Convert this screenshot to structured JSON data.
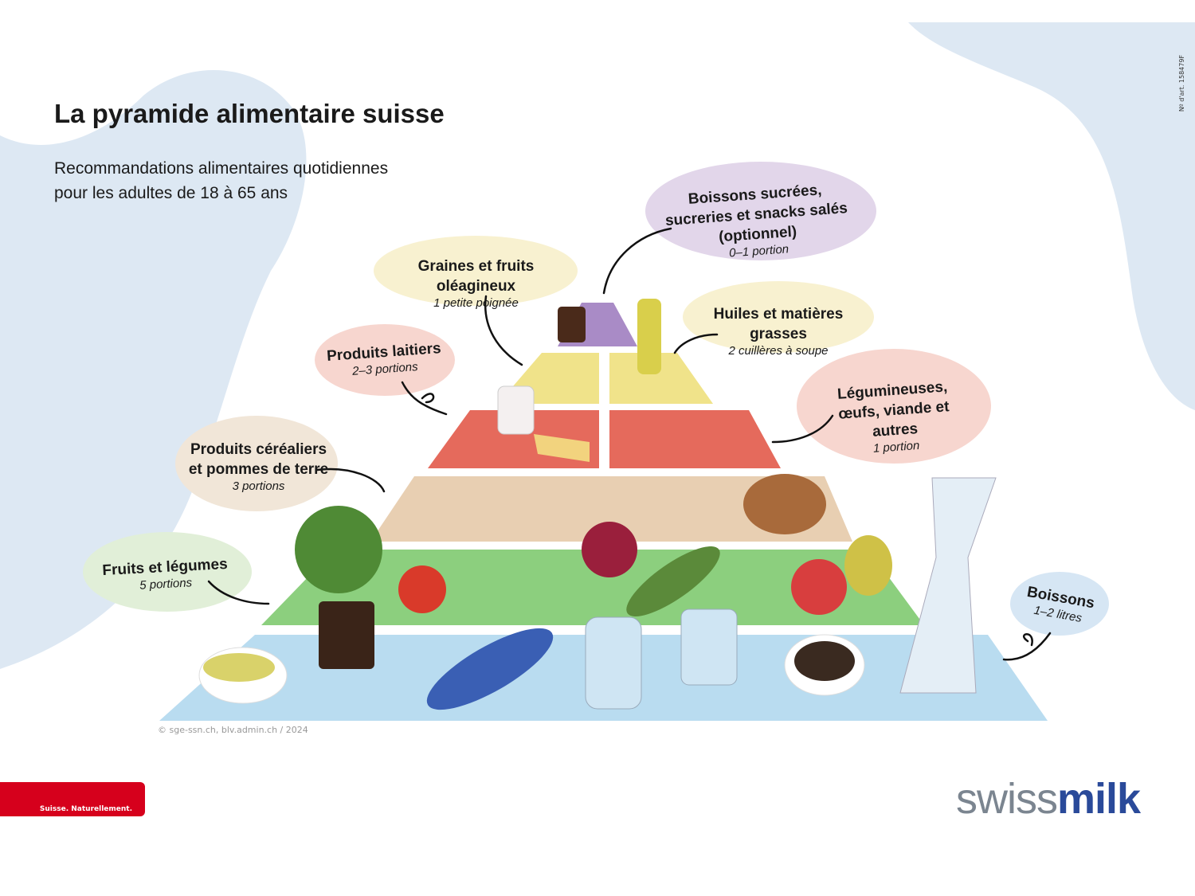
{
  "header": {
    "title": "La pyramide alimentaire suisse",
    "subtitle_line1": "Recommandations alimentaires quotidiennes",
    "subtitle_line2": "pour les adultes de 18 à 65 ans"
  },
  "article_number": "Nº d'art. 158479F",
  "labels": [
    {
      "title": "Boissons sucrées, sucreries et snacks salés (optionnel)",
      "portion": "0–1 portion",
      "color": "#e2d6ea"
    },
    {
      "title": "Graines et fruits oléagineux",
      "portion": "1 petite poignée",
      "color": "#f8f1d0"
    },
    {
      "title": "Huiles et matières grasses",
      "portion": "2 cuillères à soupe",
      "color": "#f8f1d0"
    },
    {
      "title": "Produits laitiers",
      "portion": "2–3 portions",
      "color": "#f7d6cf"
    },
    {
      "title": "Légumineuses, œufs, viande et autres",
      "portion": "1 portion",
      "color": "#f7d6cf"
    },
    {
      "title": "Produits céréaliers et pommes de terre",
      "portion": "3 portions",
      "color": "#f1e6d8"
    },
    {
      "title": "Fruits et légumes",
      "portion": "5 portions",
      "color": "#e1efd8"
    },
    {
      "title": "Boissons",
      "portion": "1–2 litres",
      "color": "#d6e6f4"
    }
  ],
  "copyright": "© sge-ssn.ch, blv.admin.ch / 2024",
  "footer": {
    "tagline": "Suisse. Naturellement.",
    "logo_part1": "swiss",
    "logo_part2": "milk"
  },
  "colors": {
    "blob": "#dde8f3",
    "blue": "#b9dcf0",
    "green": "#8ccf7e",
    "beige": "#e8cfb2",
    "red": "#e56a5c",
    "yellow": "#f0e38a",
    "purple": "#a98bc6"
  }
}
